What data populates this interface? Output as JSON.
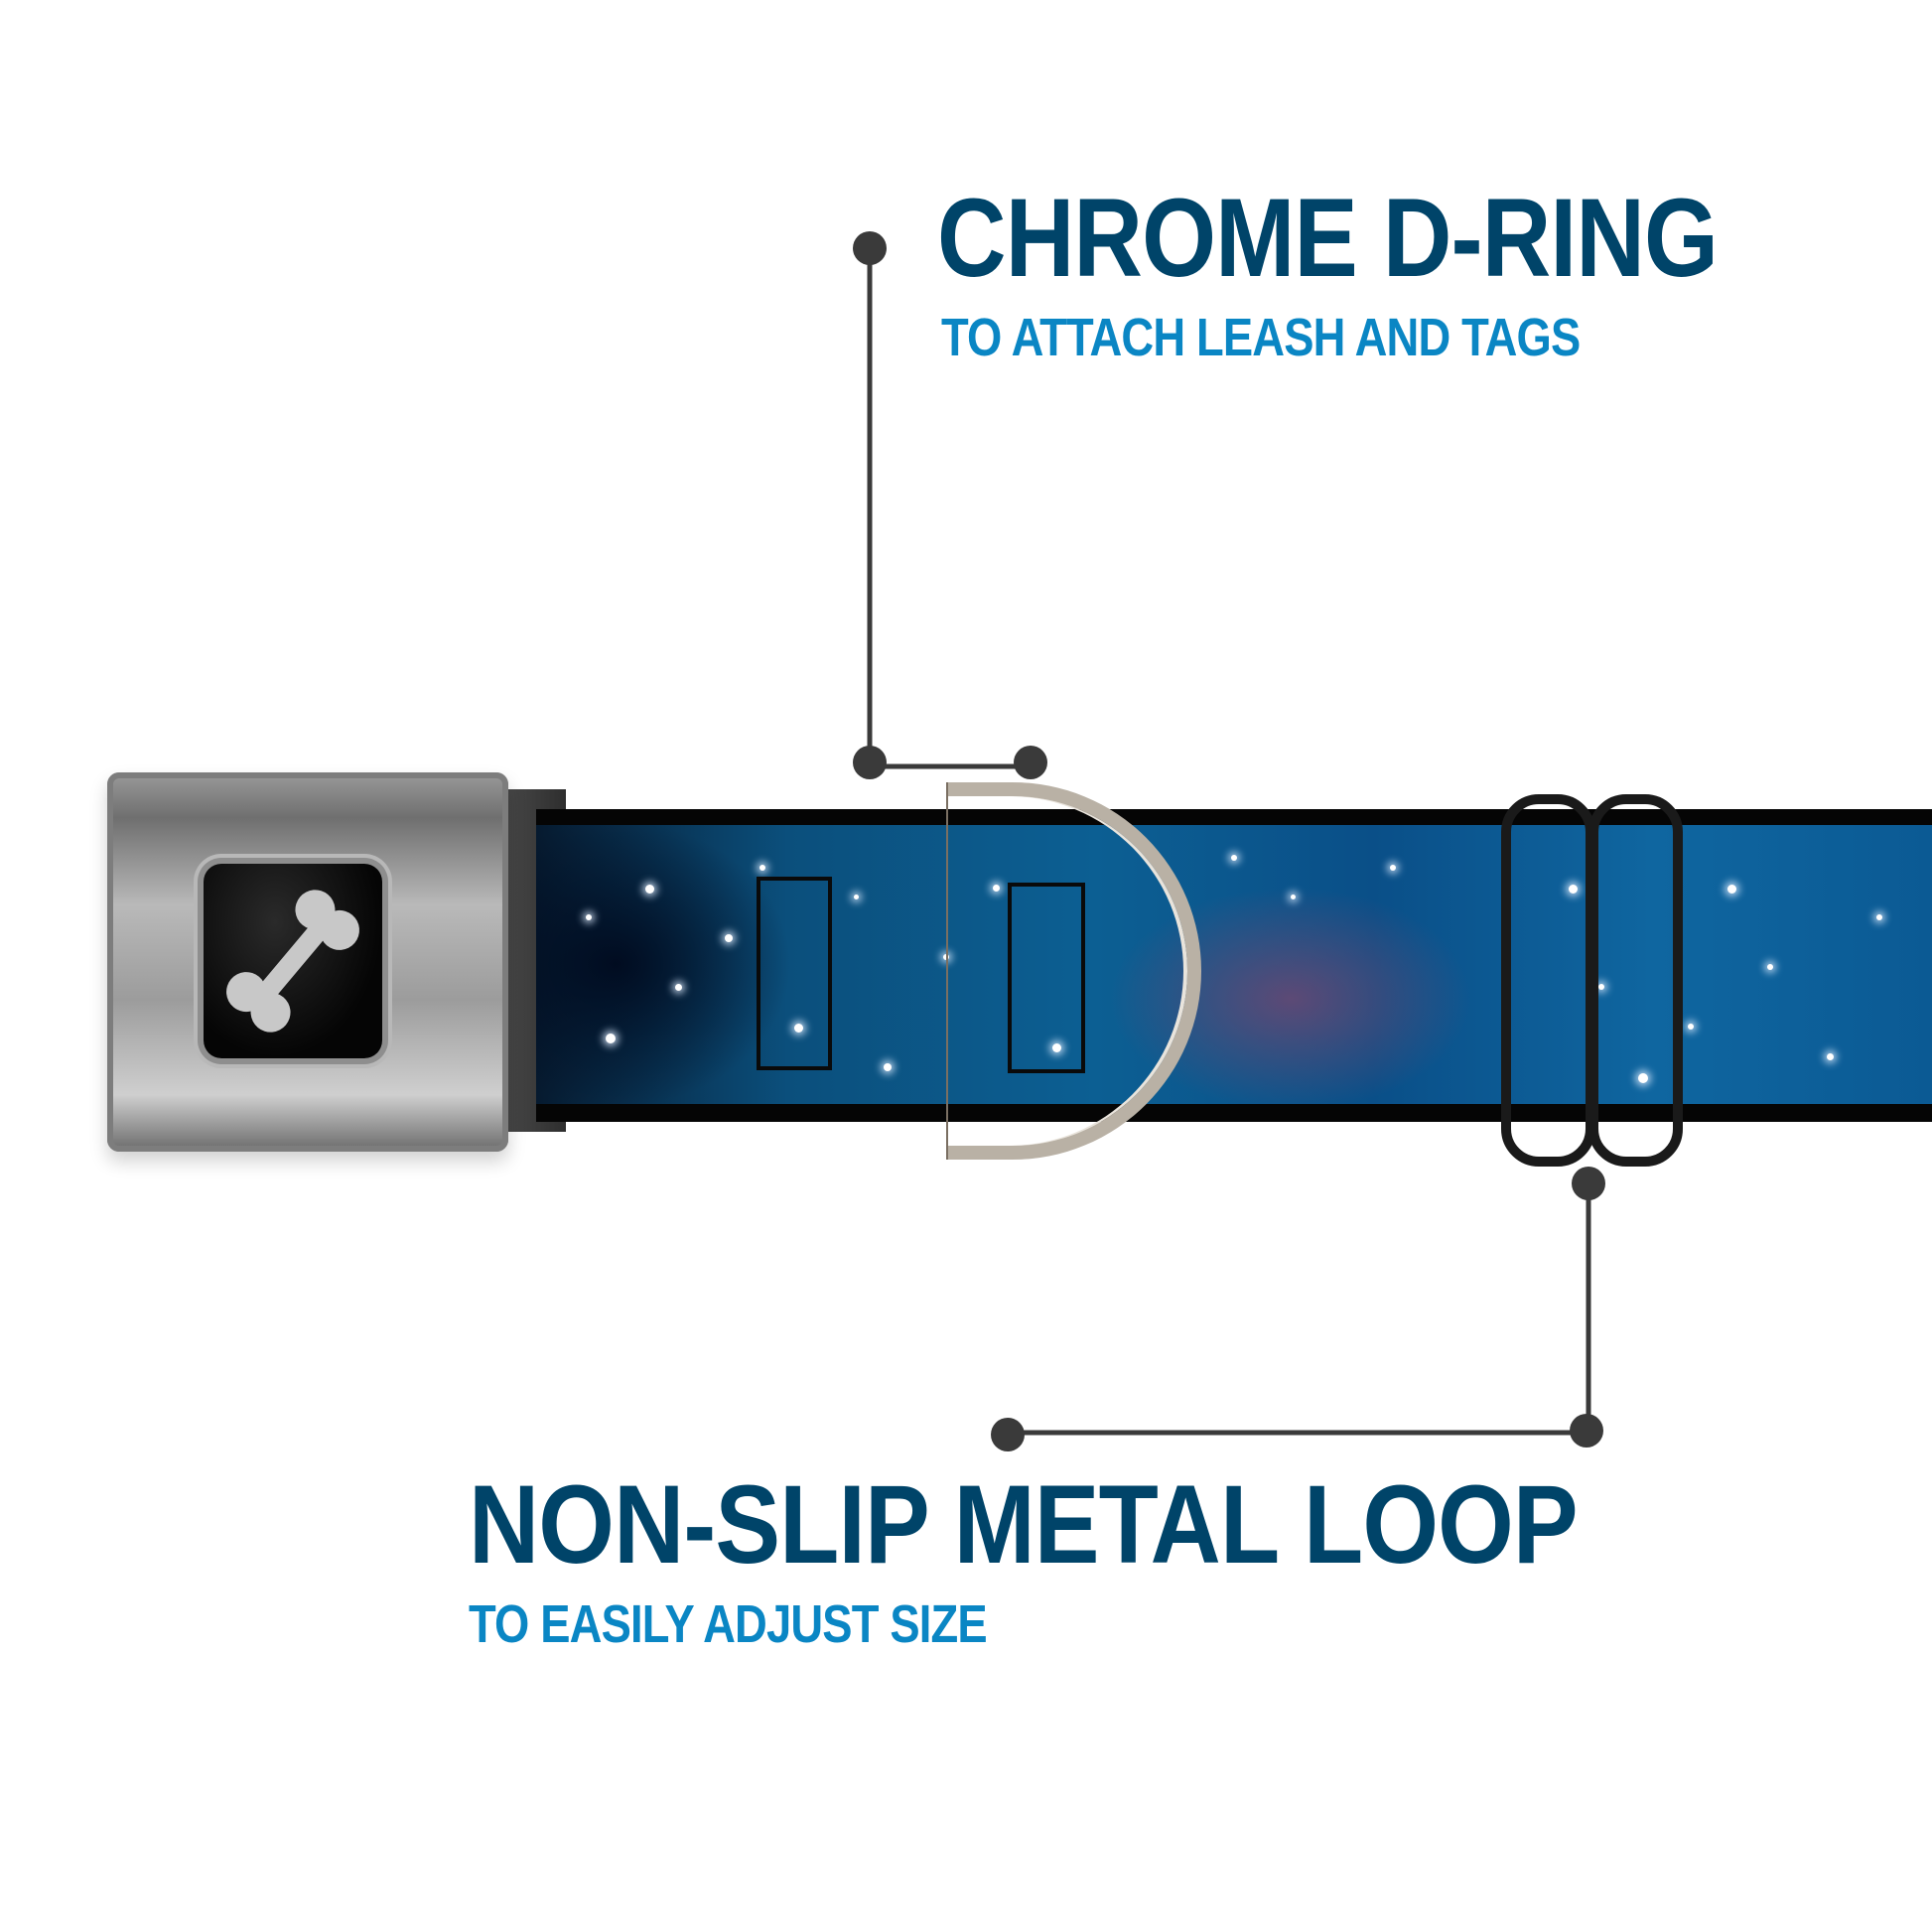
{
  "features": [
    {
      "title": "CHROME D-RING",
      "subtitle": "TO ATTACH LEASH AND TAGS"
    },
    {
      "title": "NON-SLIP METAL LOOP",
      "subtitle": "TO EASILY ADJUST SIZE"
    }
  ],
  "product": {
    "buckle_emblem": "bone-icon",
    "strap_pattern": "galaxy-stars"
  },
  "colors": {
    "title": "#004469",
    "subtitle": "#0a86c4",
    "callout_line": "#3a3a3a",
    "strap_base": "#0b5a94",
    "strap_border": "#050505"
  }
}
